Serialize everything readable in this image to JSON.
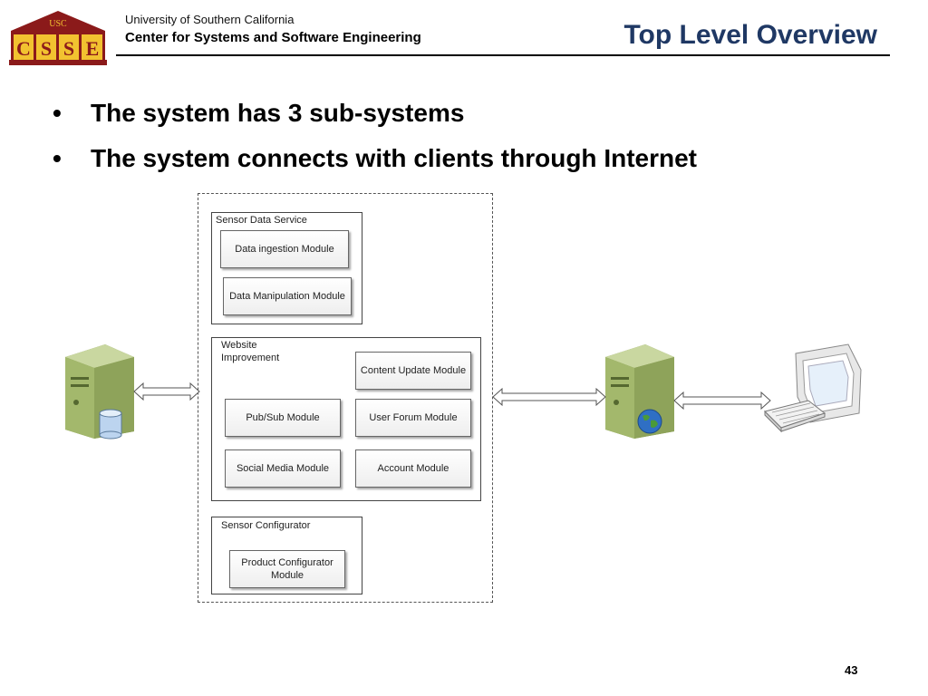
{
  "header": {
    "logo_top": "USC",
    "logo_letters": [
      "C",
      "S",
      "S",
      "E"
    ],
    "university": "University of Southern California",
    "center": "Center for Systems and Software Engineering",
    "title": "Top Level Overview"
  },
  "bullets": [
    "The system has 3 sub-systems",
    "The system connects with clients through Internet"
  ],
  "diagram": {
    "sensor_data_service": {
      "label": "Sensor Data Service",
      "modules": [
        "Data ingestion Module",
        "Data Manipulation Module"
      ]
    },
    "website_improvement": {
      "label": "Website Improvement",
      "modules": [
        "Content Update Module",
        "Pub/Sub Module",
        "User Forum Module",
        "Social Media Module",
        "Account Module"
      ]
    },
    "sensor_configurator": {
      "label": "Sensor Configurator",
      "modules": [
        "Product Configurator Module"
      ]
    }
  },
  "colors": {
    "title": "#1f3864",
    "logo_maroon": "#8b1a1a",
    "logo_gold": "#f2c230",
    "server_green": "#a3b86c"
  },
  "icons": [
    "database-server-icon",
    "web-server-icon",
    "client-computer-icon",
    "keyboard-icon",
    "globe-icon"
  ],
  "footer": {
    "page_number": "43"
  }
}
